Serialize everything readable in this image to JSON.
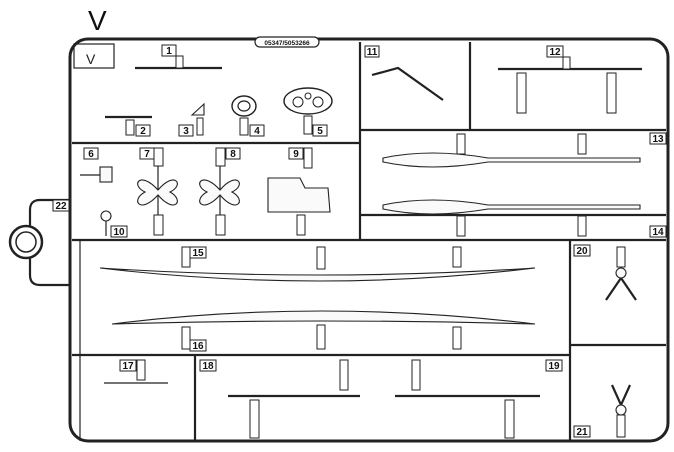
{
  "sprue": {
    "letter": "V",
    "corner_label": "V",
    "code": "05347/5053266"
  },
  "parts": [
    {
      "number": "1"
    },
    {
      "number": "2"
    },
    {
      "number": "3"
    },
    {
      "number": "4"
    },
    {
      "number": "5"
    },
    {
      "number": "6"
    },
    {
      "number": "7"
    },
    {
      "number": "8"
    },
    {
      "number": "9"
    },
    {
      "number": "10"
    },
    {
      "number": "11"
    },
    {
      "number": "12"
    },
    {
      "number": "13"
    },
    {
      "number": "14"
    },
    {
      "number": "15"
    },
    {
      "number": "16"
    },
    {
      "number": "17"
    },
    {
      "number": "18"
    },
    {
      "number": "19"
    },
    {
      "number": "20"
    },
    {
      "number": "21"
    },
    {
      "number": "22"
    }
  ]
}
